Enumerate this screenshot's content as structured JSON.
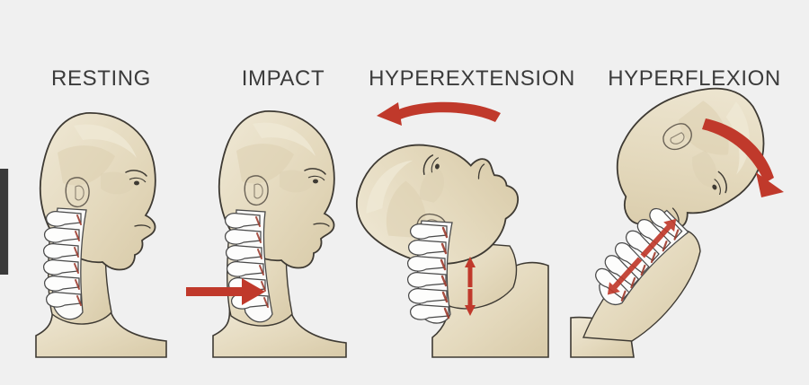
{
  "illustration": {
    "title": "Whiplash injury phases of cervical spine",
    "background_color": "#f0f0f0",
    "skin_color": "#e4d9bd",
    "skin_highlight_color": "#efe8d5",
    "skin_shadow_color": "#d6c7a4",
    "outline_color": "#3e3a33",
    "bone_color": "#fbfbfa",
    "bone_outline_color": "#4a4a4a",
    "bone_shadow_color": "#c9c9c9",
    "ligament_color": "#9d3a2c",
    "arrow_color": "#c0392b",
    "label_color": "#3b3b3b"
  },
  "panels": [
    {
      "id": "resting",
      "label": "RESTING",
      "head_rotation_deg": 0,
      "description": "Head and neck in neutral upright alignment with normal cervical lordosis",
      "arrows": []
    },
    {
      "id": "impact",
      "label": "IMPACT",
      "head_rotation_deg": 0,
      "description": "Force applied from behind; cervical spine straightens as torso is pushed forward",
      "arrows": [
        {
          "name": "impact-force-arrow",
          "shape": "straight",
          "direction": "right",
          "color": "#c0392b"
        }
      ]
    },
    {
      "id": "hyperextension",
      "label": "HYPEREXTENSION",
      "head_rotation_deg": -78,
      "description": "Head snaps backward past normal range; anterior cervical structures stretch",
      "arrows": [
        {
          "name": "head-backward-motion-arrow",
          "shape": "curved",
          "direction": "left",
          "color": "#c0392b"
        },
        {
          "name": "spine-tension-up-arrow",
          "shape": "straight",
          "direction": "up",
          "color": "#c0392b"
        },
        {
          "name": "spine-tension-down-arrow",
          "shape": "straight",
          "direction": "down",
          "color": "#c0392b"
        }
      ]
    },
    {
      "id": "hyperflexion",
      "label": "HYPERFLEXION",
      "head_rotation_deg": 62,
      "description": "Head whips forward; chin toward chest, posterior cervical structures stretch",
      "arrows": [
        {
          "name": "head-forward-motion-arrow",
          "shape": "curved",
          "direction": "down-right",
          "color": "#c0392b"
        },
        {
          "name": "spine-compression-up-arrow",
          "shape": "straight",
          "direction": "up-right",
          "color": "#c0392b"
        },
        {
          "name": "spine-compression-down-arrow",
          "shape": "straight",
          "direction": "down-left",
          "color": "#c0392b"
        }
      ]
    }
  ]
}
